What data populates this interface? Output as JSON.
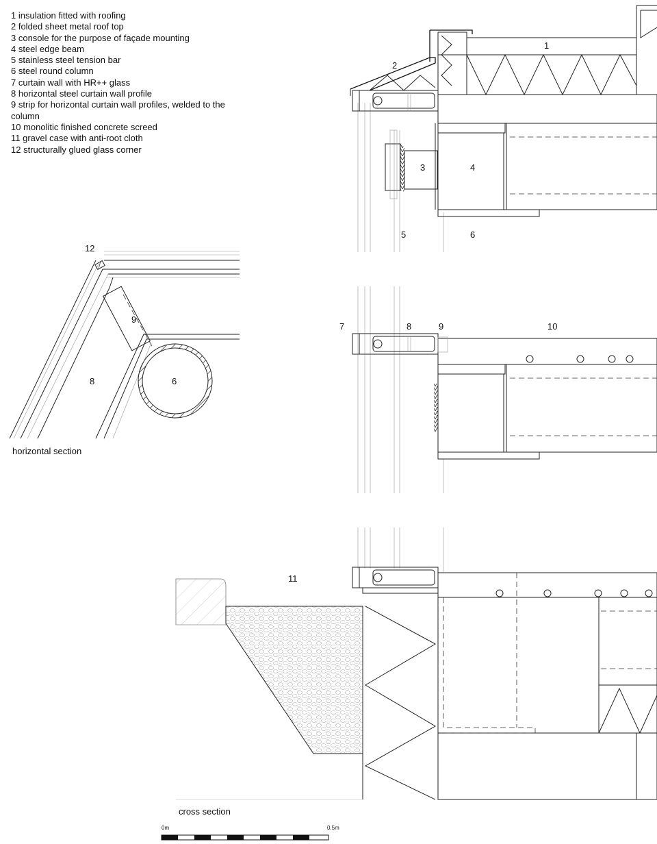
{
  "legend": [
    "1 insulation fitted with roofing",
    "2 folded sheet metal roof top",
    "3 console for the purpose of façade mounting",
    "4 steel edge beam",
    "5 stainless steel tension bar",
    "6 steel round column",
    "7 curtain wall with HR++ glass",
    "8 horizontal steel curtain wall profile",
    "9 strip for horizontal curtain wall profiles, welded to the column",
    "10 monolitic finished concrete screed",
    "11 gravel case with anti-root cloth",
    "12 structurally glued glass corner"
  ],
  "callouts": {
    "top_1": "1",
    "top_2": "2",
    "top_3": "3",
    "top_4": "4",
    "top_5": "5",
    "top_6": "6",
    "hs_12": "12",
    "hs_9": "9",
    "hs_8": "8",
    "hs_6": "6",
    "mid_7": "7",
    "mid_8": "8",
    "mid_9": "9",
    "mid_10": "10",
    "bot_11": "11"
  },
  "titles": {
    "horizontal_section": "horizontal section",
    "cross_section": "cross section"
  },
  "scale_bar": {
    "start": "0m",
    "end": "0.5m"
  }
}
